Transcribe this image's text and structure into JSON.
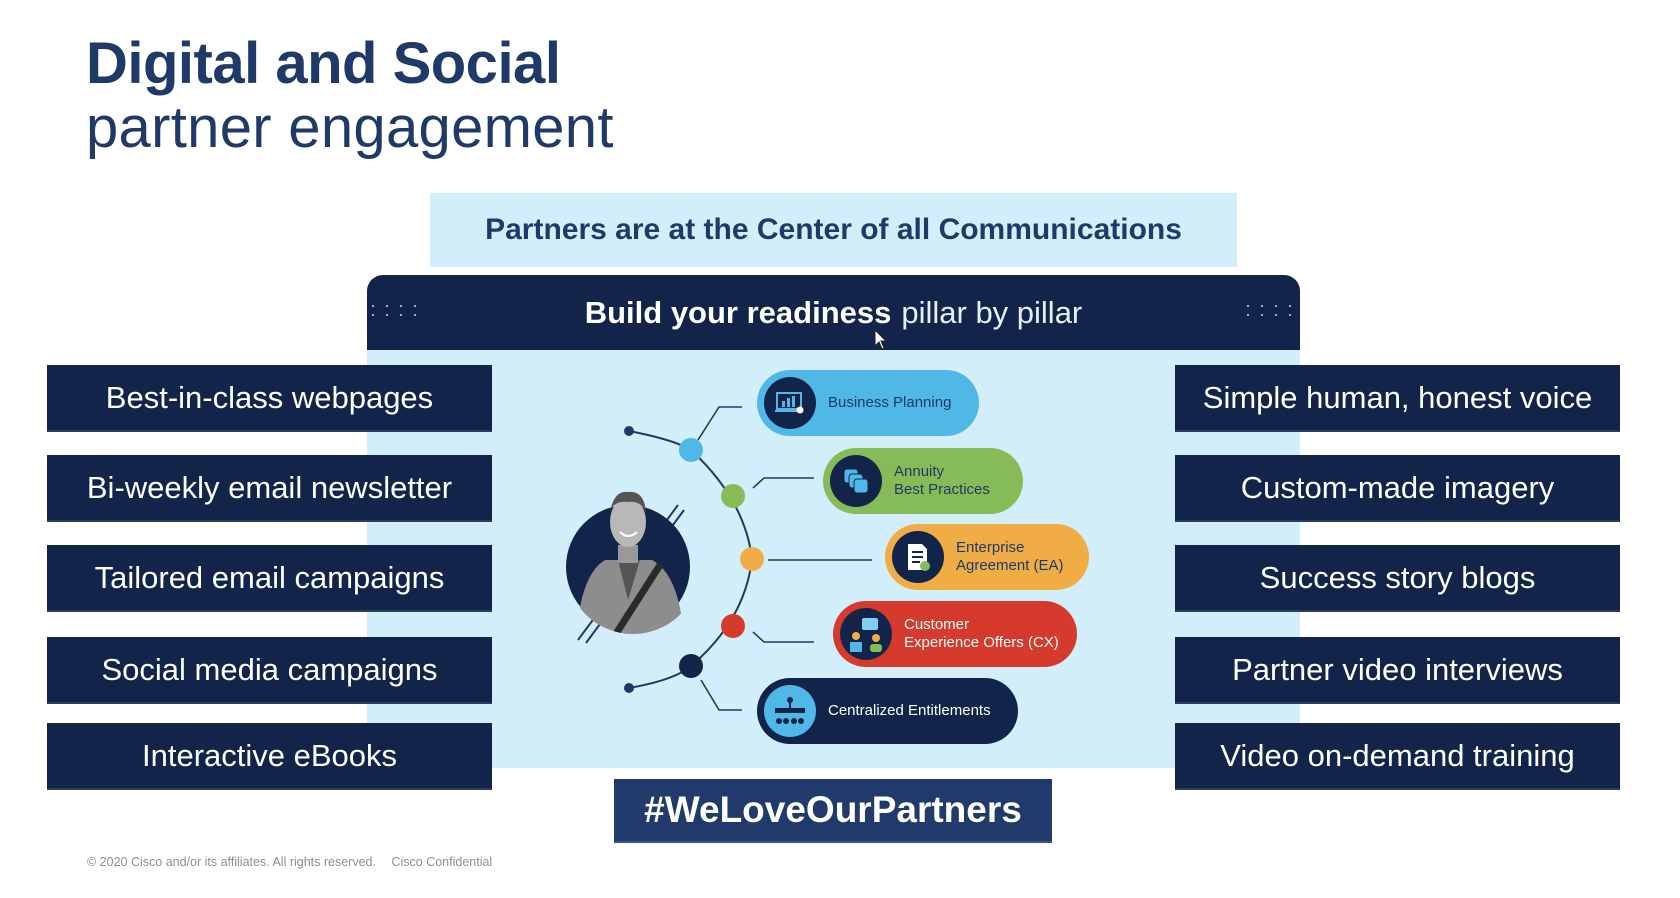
{
  "title": {
    "line1": "Digital and Social",
    "line2": "partner engagement"
  },
  "banner": "Partners are at the Center of all Communications",
  "header": {
    "bold": "Build your readiness",
    "light": "pillar by pillar"
  },
  "left_items": [
    "Best-in-class webpages",
    "Bi-weekly email newsletter",
    "Tailored email campaigns",
    "Social media campaigns",
    "Interactive eBooks"
  ],
  "right_items": [
    "Simple human, honest voice",
    "Custom-made imagery",
    "Success story blogs",
    "Partner video interviews",
    "Video on-demand training"
  ],
  "pillars": [
    {
      "line1": "Business Planning",
      "line2": "",
      "icon": "laptop-chart-icon",
      "color": "#4fb8e6"
    },
    {
      "line1": "Annuity",
      "line2": "Best Practices",
      "icon": "stacked-squares-icon",
      "color": "#86bc57"
    },
    {
      "line1": "Enterprise",
      "line2": "Agreement (EA)",
      "icon": "document-check-icon",
      "color": "#f0ad46"
    },
    {
      "line1": "Customer",
      "line2": "Experience Offers (CX)",
      "icon": "people-chat-icon",
      "color": "#d63a2c"
    },
    {
      "line1": "Centralized Entitlements",
      "line2": "",
      "icon": "hierarchy-icon",
      "color": "#13244a"
    }
  ],
  "hashtag": "#WeLoveOurPartners",
  "footer": {
    "copyright": "© 2020  Cisco and/or its affiliates. All rights reserved.",
    "confidential": "Cisco Confidential"
  },
  "colors": {
    "navy": "#13244a",
    "light_blue": "#d2eefa",
    "title": "#1f3a68"
  }
}
